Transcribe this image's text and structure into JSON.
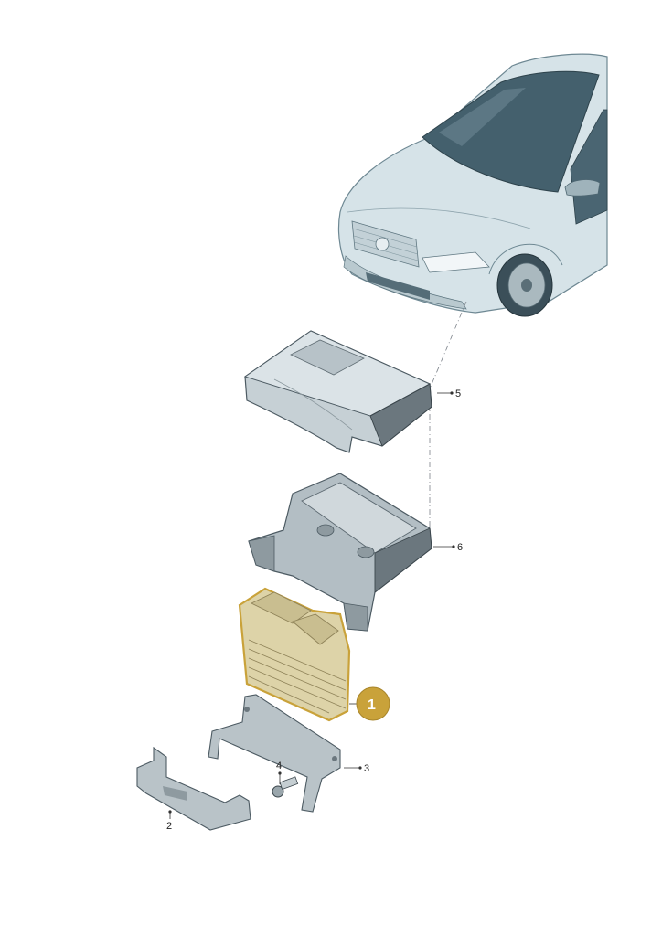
{
  "colors": {
    "car_body": "#cfdde3",
    "car_dark": "#3f5561",
    "part_grey": "#b8c0c6",
    "part_dark": "#6f7a82",
    "highlight_fill": "#d9cfa3",
    "highlight_stroke": "#c9a23a",
    "badge": "#c9a23a"
  },
  "callouts": [
    {
      "id": "1",
      "label": "1",
      "style": "badge"
    },
    {
      "id": "2",
      "label": "2",
      "style": "plain"
    },
    {
      "id": "3",
      "label": "3",
      "style": "plain"
    },
    {
      "id": "4",
      "label": "4",
      "style": "plain"
    },
    {
      "id": "5",
      "label": "5",
      "style": "plain"
    },
    {
      "id": "6",
      "label": "6",
      "style": "plain"
    }
  ]
}
